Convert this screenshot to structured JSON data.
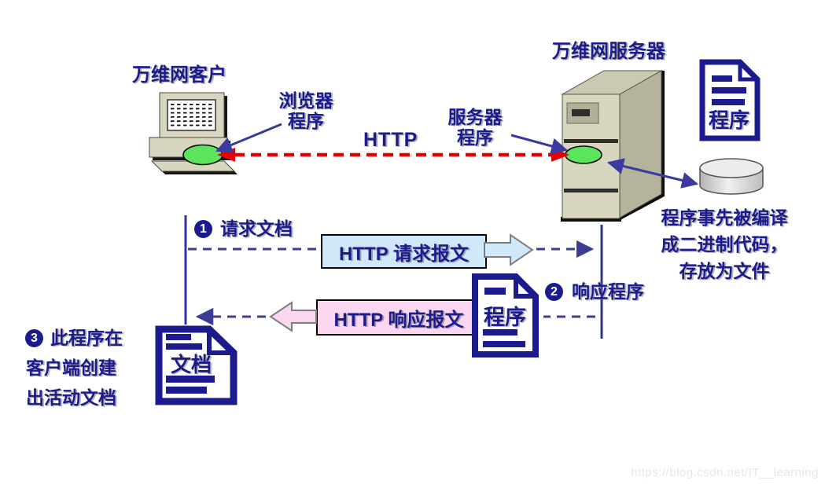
{
  "titles": {
    "client": "万维网客户",
    "server": "万维网服务器"
  },
  "labels": {
    "http": "HTTP",
    "browser_program_line1": "浏览器",
    "browser_program_line2": "程序",
    "server_program_line1": "服务器",
    "server_program_line2": "程序"
  },
  "messages": {
    "request": "HTTP 请求报文",
    "response": "HTTP 响应报文"
  },
  "steps": {
    "one": {
      "num": "1",
      "label": "请求文档"
    },
    "two": {
      "num": "2",
      "label": "响应程序"
    },
    "three": {
      "num": "3",
      "line1": "此程序在",
      "line2": "客户端创建",
      "line3": "出活动文档"
    }
  },
  "doc_icons": {
    "program_file": "程序",
    "response_program": "程序",
    "active_document": "文档"
  },
  "server_note": {
    "line1": "程序事先被编译",
    "line2": "成二进制代码，",
    "line3": "存放为文件"
  },
  "watermark": "https://blog.csdn.net/IT__learning",
  "colors": {
    "navy": "#1b1b8e",
    "red": "#e80000",
    "green": "#5ce45c",
    "beige": "#d8d6be",
    "light_blue": "#cfe9fa",
    "pink": "#fbd6f1",
    "arrow_blue": "#3a3aa0",
    "dash_navy": "#3c3c94"
  }
}
